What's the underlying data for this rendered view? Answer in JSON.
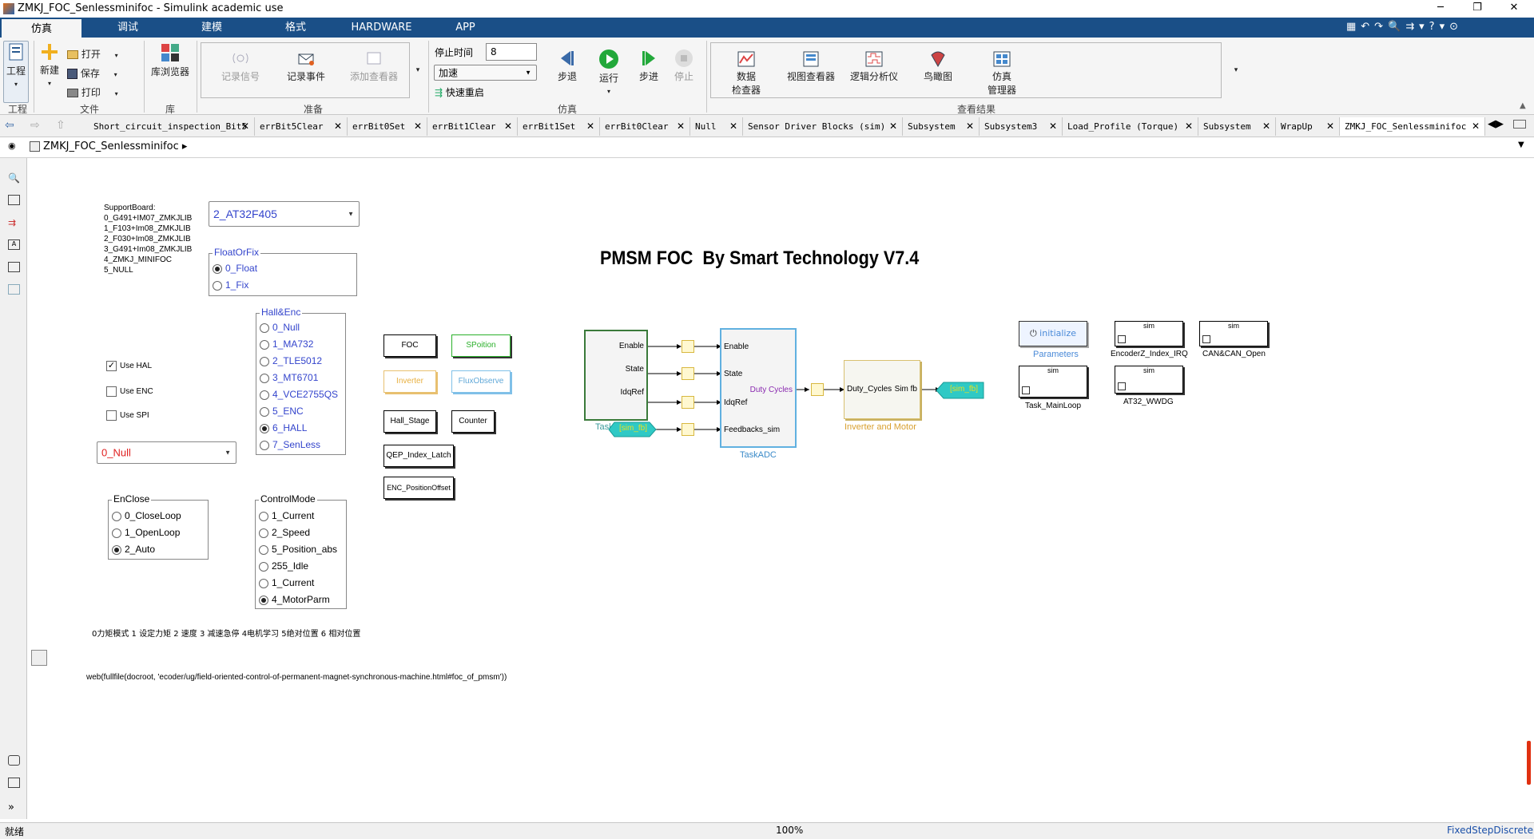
{
  "window": {
    "title": "ZMKJ_FOC_Senlessminifoc - Simulink academic use"
  },
  "ribbon_tabs": [
    "仿真",
    "调试",
    "建模",
    "格式",
    "HARDWARE",
    "APP"
  ],
  "ribbon": {
    "project": {
      "label": "工程",
      "group": "工程"
    },
    "file": {
      "new": "新建",
      "open": "打开",
      "save": "保存",
      "print": "打印",
      "group": "文件"
    },
    "library": {
      "browser": "库浏览器",
      "group": "库"
    },
    "prepare": {
      "record_signal": "记录信号",
      "record_event": "记录事件",
      "add_viewer": "添加查看器",
      "group": "准备"
    },
    "simulate": {
      "stop_time_label": "停止时间",
      "stop_time_value": "8",
      "mode": "加速",
      "fast_restart": "快速重启",
      "step_back": "步退",
      "run": "运行",
      "step_forward": "步进",
      "stop": "停止",
      "group": "仿真"
    },
    "review": {
      "data_inspector_1": "数据",
      "data_inspector_2": "检查器",
      "viewer": "视图查看器",
      "logic_analyzer": "逻辑分析仪",
      "birdseye": "鸟瞰图",
      "sim_manager_1": "仿真",
      "sim_manager_2": "管理器",
      "group": "查看结果"
    }
  },
  "doc_tabs": [
    "Short_circuit_inspection_Bit5",
    "errBit5Clear",
    "errBit0Set",
    "errBit1Clear",
    "errBit1Set",
    "errBit0Clear",
    "Null",
    "Sensor Driver Blocks (sim)",
    "Subsystem",
    "Subsystem3",
    "Load_Profile (Torque)",
    "Subsystem",
    "WrapUp",
    "ZMKJ_FOC_Senlessminifoc"
  ],
  "breadcrumb": "ZMKJ_FOC_Senlessminifoc",
  "model": {
    "title": "PMSM FOC  By Smart Technology V7.4",
    "supportboard": {
      "header": "SupportBoard:",
      "lines": [
        "0_G491+IM07_ZMKJLIB",
        "1_F103+Im08_ZMKJLIB",
        "2_F030+Im08_ZMKJLIB",
        "3_G491+Im08_ZMKJLIB",
        "4_ZMKJ_MINIFOC",
        "5_NULL"
      ],
      "dropdown": "2_AT32F405"
    },
    "floatorfix": {
      "title": "FloatOrFix",
      "options": [
        "0_Float",
        "1_Fix"
      ]
    },
    "hall_enc": {
      "title": "Hall&Enc",
      "options": [
        "0_Null",
        "1_MA732",
        "2_TLE5012",
        "3_MT6701",
        "4_VCE2755QS",
        "5_ENC",
        "6_HALL",
        "7_SenLess"
      ]
    },
    "checks": {
      "hal": "Use HAL",
      "enc": "Use ENC",
      "spi": "Use SPI"
    },
    "null_dropdown": "0_Null",
    "enclose": {
      "title": "EnClose",
      "options": [
        "0_CloseLoop",
        "1_OpenLoop",
        "2_Auto"
      ]
    },
    "controlmode": {
      "title": "ControlMode",
      "options": [
        "1_Current",
        "2_Speed",
        "5_Position_abs",
        "255_Idle",
        "1_Current",
        "4_MotorParm"
      ]
    },
    "note_cn": "0力矩模式 1 设定力矩 2 速度 3 减速急停 4电机学习 5绝对位置 6 相对位置",
    "web_cmd": "web(fullfile(docroot, 'ecoder/ug/field-oriented-control-of-permanent-magnet-synchronous-machine.html#foc_of_pmsm'))",
    "blocks": {
      "foc": "FOC",
      "sposition": "SPoition",
      "inverter": "Inverter",
      "fluxobserve": "FluxObserve",
      "hall_stage": "Hall_Stage",
      "counter": "Counter",
      "qep": "QEP_Index_Latch",
      "enc_offset": "ENC_PositionOffset",
      "taskadc": "TaskADC",
      "task_left": "TaskADC",
      "ports_left": [
        "Enable",
        "State",
        "IdqRef"
      ],
      "ports_adc": [
        "Enable",
        "State",
        "IdqRef",
        "Feedbacks_sim"
      ],
      "duty_cycles_out": "Duty Cycles",
      "motor_in": "Duty_Cycles",
      "motor_out": "Sim fb",
      "motor_label": "Inverter and Motor",
      "goto_tag": "[sim_fb]",
      "from_tag": "[sim_fb]",
      "init_btn": "initialize",
      "params": "Parameters",
      "sim": "sim",
      "encoderz": "EncoderZ_Index_IRQ",
      "can": "CAN&CAN_Open",
      "mainloop": "Task_MainLoop",
      "wwdg": "AT32_WWDG"
    }
  },
  "status": {
    "left": "就绪",
    "zoom": "100%",
    "solver": "FixedStepDiscrete"
  },
  "selected": {
    "floatorfix": 0,
    "hall_enc": 6,
    "enclose": 2,
    "controlmode": 5,
    "use_hal": true,
    "use_enc": false,
    "use_spi": false
  },
  "colors": {
    "ribbon": "#1a4f87",
    "goto": "#2fc9c5",
    "blue_text": "#3344cc",
    "red_text": "#e02020"
  }
}
